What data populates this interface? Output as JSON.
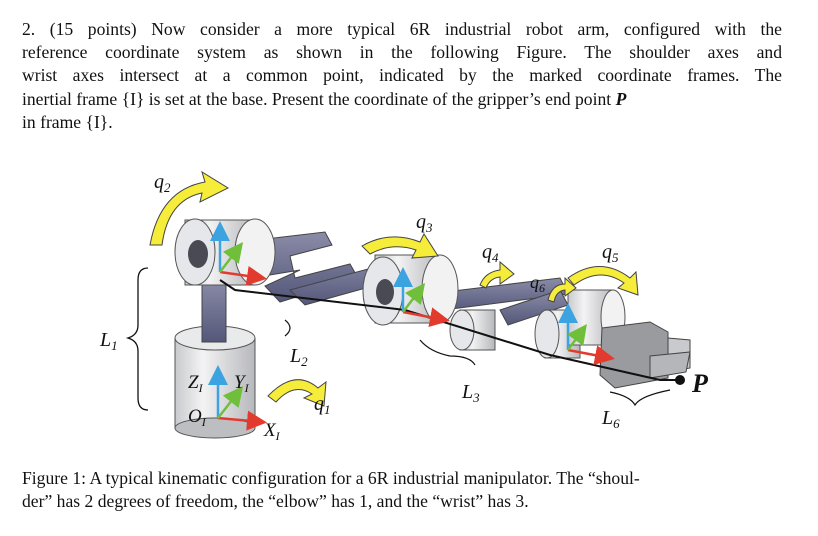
{
  "problem": {
    "lines": [
      "2. (15 points) Now consider a more typical 6R industrial robot arm, configured with the",
      "reference coordinate system as shown in the following Figure.  The shoulder axes and",
      "wrist axes intersect at a common point, indicated by the marked coordinate frames. The",
      "inertial frame {I} is set at the base. Present the coordinate of the gripper’s end point ",
      "in frame {I}."
    ],
    "point_symbol": "P"
  },
  "figure": {
    "labels": {
      "q1": "q",
      "q1_sub": "1",
      "q2": "q",
      "q2_sub": "2",
      "q3": "q",
      "q3_sub": "3",
      "q4": "q",
      "q4_sub": "4",
      "q5": "q",
      "q5_sub": "5",
      "q6": "q",
      "q6_sub": "6",
      "L1": "L",
      "L1_sub": "1",
      "L2": "L",
      "L2_sub": "2",
      "L3": "L",
      "L3_sub": "3",
      "L6": "L",
      "L6_sub": "6",
      "ZI": "Z",
      "ZI_sub": "I",
      "YI": "Y",
      "YI_sub": "I",
      "OI": "O",
      "OI_sub": "I",
      "XI": "X",
      "XI_sub": "I",
      "P": "P"
    },
    "colors": {
      "link": "#6b6d8c",
      "joint": "#e6e7ea",
      "arrow_yellow": "#f6ec3a",
      "axis_red": "#e23b2e",
      "axis_green": "#6fbf3b",
      "axis_blue": "#3aa3e0",
      "P_label": "#b8622a"
    }
  },
  "caption": {
    "lines": [
      "Figure 1:  A typical kinematic configuration for a 6R industrial manipulator.  The “shoul-",
      "der” has 2 degrees of freedom, the “elbow” has 1, and the “wrist” has 3."
    ]
  }
}
